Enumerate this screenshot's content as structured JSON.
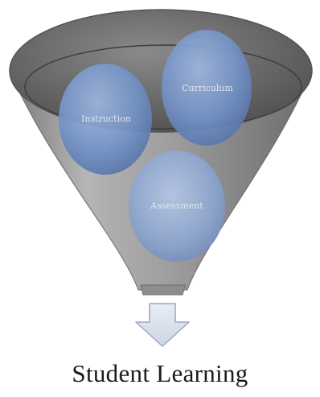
{
  "diagram": {
    "funnel_inputs": [
      {
        "label": "Instruction"
      },
      {
        "label": "Curriculum"
      },
      {
        "label": "Assessment"
      }
    ],
    "outcome": {
      "label": "Student Learning"
    }
  },
  "colors": {
    "funnel_rim": "#707070",
    "funnel_body": "#8c8c8c",
    "circle_fill": "#6f8fc0",
    "arrow_fill": "#dfe6f1",
    "arrow_stroke": "#9aa8bb"
  }
}
